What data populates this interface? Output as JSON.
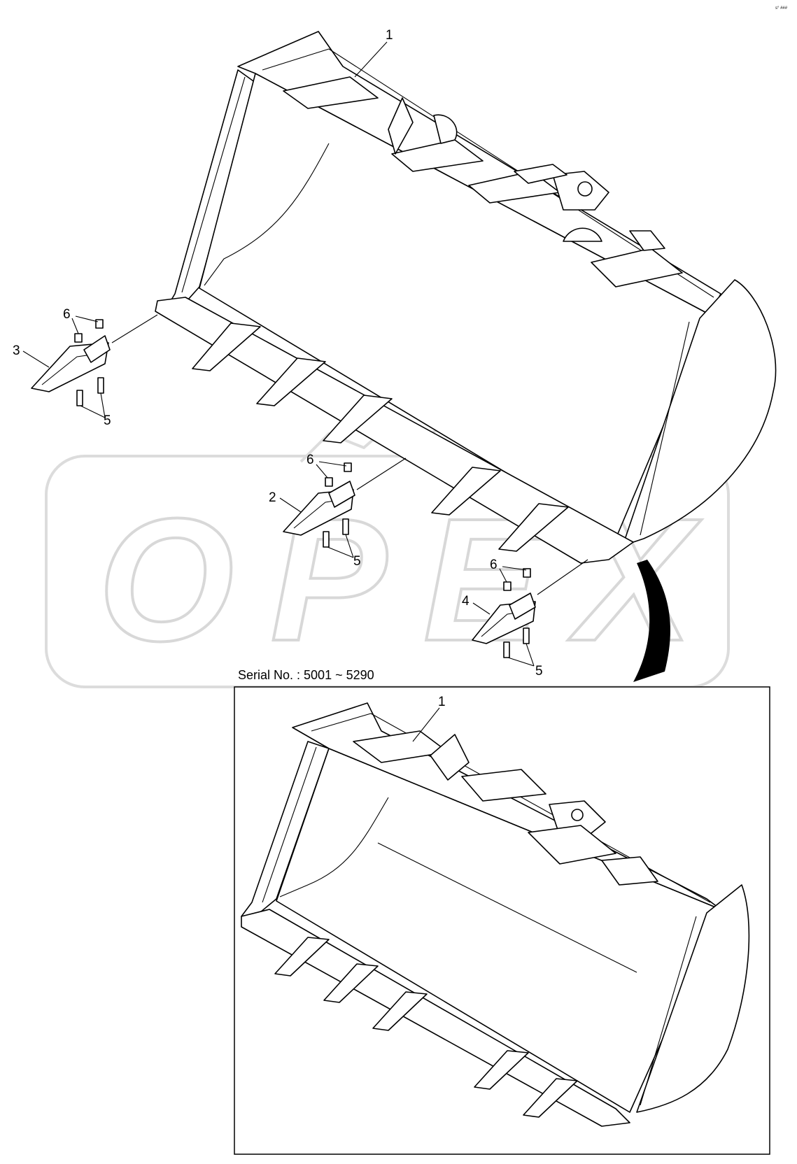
{
  "corner_mark": "s° ###",
  "watermark": "OPEX",
  "callouts": {
    "main": [
      "1",
      "6",
      "3",
      "5",
      "6",
      "2",
      "5",
      "6",
      "4",
      "5"
    ],
    "inset": [
      "1"
    ]
  },
  "inset": {
    "serial_label": "Serial No.  : 5001 ~ 5290"
  }
}
